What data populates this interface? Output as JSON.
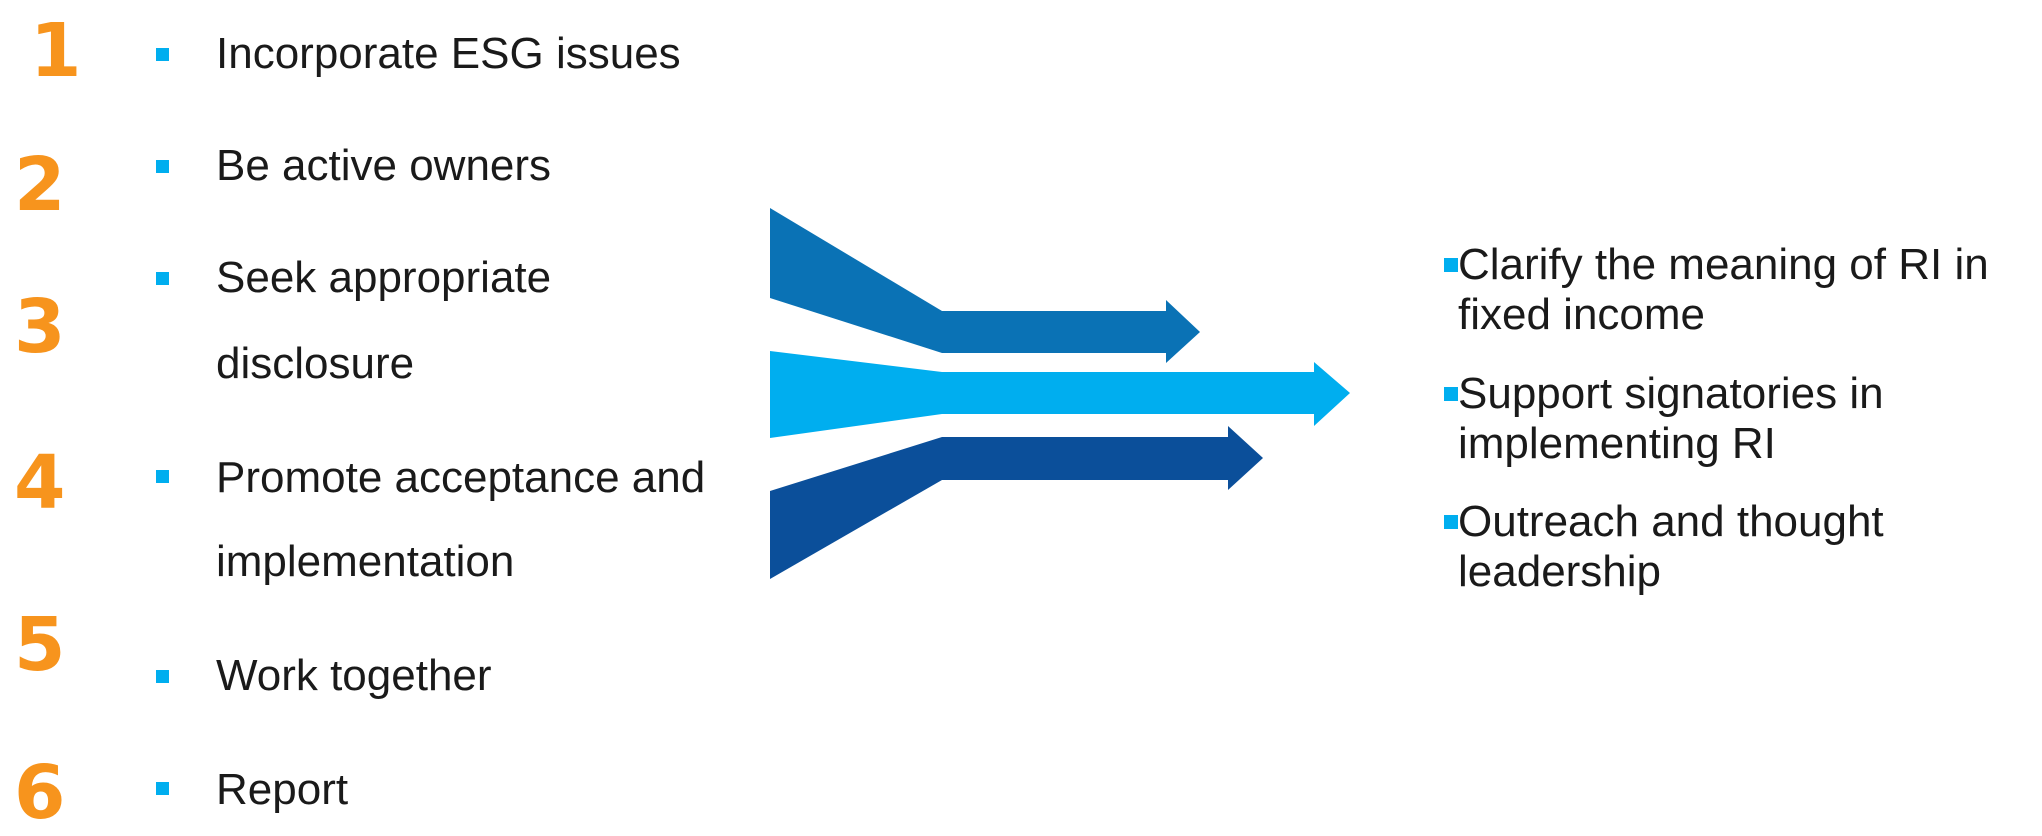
{
  "principles": [
    {
      "number": "1",
      "line1": "Incorporate ESG issues",
      "line2": ""
    },
    {
      "number": "2",
      "line1": "Be active owners",
      "line2": ""
    },
    {
      "number": "3",
      "line1": "Seek appropriate",
      "line2": "disclosure"
    },
    {
      "number": "4",
      "line1": "Promote acceptance and",
      "line2": "implementation"
    },
    {
      "number": "5",
      "line1": "Work together",
      "line2": ""
    },
    {
      "number": "6",
      "line1": "Report",
      "line2": ""
    }
  ],
  "goals": [
    {
      "line1": "Clarify the meaning of RI in",
      "line2": "fixed income"
    },
    {
      "line1": "Support signatories in",
      "line2": "implementing RI"
    },
    {
      "line1": "Outreach and thought",
      "line2": "leadership"
    }
  ],
  "colors": {
    "number": "#f7941d",
    "bullet": "#00aeef",
    "arrow_top": "#0a72b5",
    "arrow_middle": "#00aeef",
    "arrow_bottom": "#0b4f9a"
  }
}
